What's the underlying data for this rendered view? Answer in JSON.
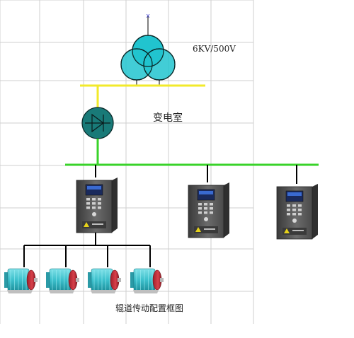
{
  "diagram": {
    "transformer_label": "6KV/500V",
    "substation_label": "变电室",
    "caption": "辊道传动配置框图"
  },
  "drives": [
    {
      "id": "drive-1"
    },
    {
      "id": "drive-2"
    },
    {
      "id": "drive-3"
    }
  ],
  "motors": [
    {
      "id": "motor-1"
    },
    {
      "id": "motor-2"
    },
    {
      "id": "motor-3"
    },
    {
      "id": "motor-4"
    }
  ],
  "colors": {
    "grid": "#cfcfcf",
    "yellow_bus": "#f2ea2a",
    "green_bus": "#39d32a",
    "wire": "#000000",
    "transformer_fill": "#21c4cf",
    "rectifier_fill": "#197a78",
    "drive_body": "#5a5a5a",
    "motor_body": "#49c9d3",
    "motor_cap": "#c8323c"
  }
}
